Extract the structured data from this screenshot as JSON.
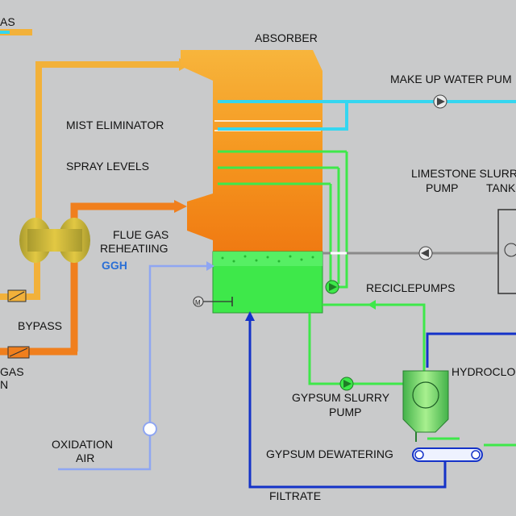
{
  "labels": {
    "flue_gas_top": "AS",
    "absorber": "ABSORBER",
    "make_up_water": "MAKE UP WATER PUM",
    "mist_eliminator": "MIST ELIMINATOR",
    "spray_levels": "SPRAY LEVELS",
    "limestone_slurry_line1": "LIMESTONE SLURR",
    "limestone_slurry_line2a": "PUMP",
    "limestone_slurry_line2b": "TANK",
    "flue_gas_reheating_line1": "FLUE GAS",
    "flue_gas_reheating_line2": "REHEATIING",
    "ggh": "GGH",
    "recicle_pumps": "RECICLEPUMPS",
    "bypass": "BYPASS",
    "gas_bottom_line1": "GAS",
    "gas_bottom_line2": "N",
    "hydrocyclone": "HYDROCLO",
    "gypsum_slurry_line1": "GYPSUM SLURRY",
    "gypsum_slurry_line2": "PUMP",
    "oxidation_air_line1": "OXIDATION",
    "oxidation_air_line2": "AIR",
    "gypsum_dewatering": "GYPSUM DEWATERING",
    "filtrate": "FILTRATE"
  },
  "colors": {
    "background": "#c9cacb",
    "flue_gas_clean": "#f2b13a",
    "flue_gas_raw": "#f07f1d",
    "water": "#34d6f0",
    "slurry": "#3ee84a",
    "filtrate": "#1432c8",
    "air": "#8fa6f2",
    "limestone": "#8a8a8a"
  },
  "icons": [
    "pump-icon",
    "motor-icon",
    "ggh-heat-exchanger-icon",
    "hydrocyclone-icon",
    "belt-filter-icon"
  ]
}
